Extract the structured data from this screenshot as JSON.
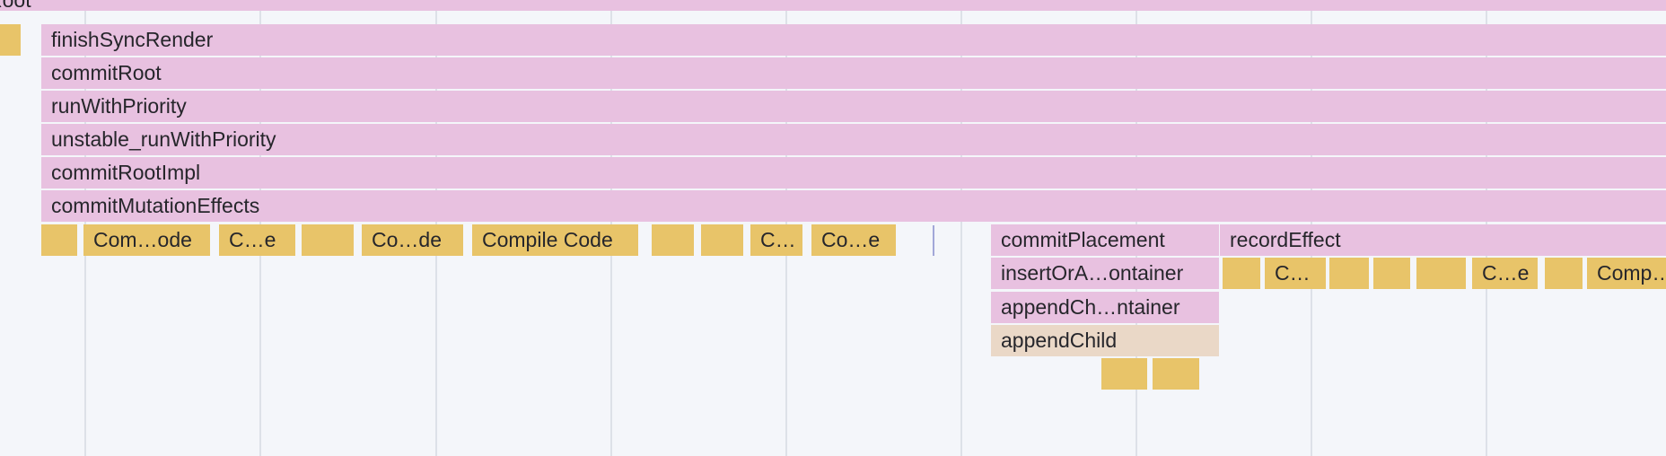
{
  "flame_chart": {
    "root_label": "Root",
    "frames": [
      {
        "name": "finishSyncRender"
      },
      {
        "name": "commitRoot"
      },
      {
        "name": "runWithPriority"
      },
      {
        "name": "unstable_runWithPriority"
      },
      {
        "name": "commitRootImpl"
      },
      {
        "name": "commitMutationEffects"
      }
    ],
    "compile_row": [
      "",
      "Com…ode",
      "C…e",
      "",
      "Co…de",
      "Compile Code",
      "",
      "",
      "C…",
      "Co…e"
    ],
    "commit_placement": "commitPlacement",
    "record_effect": "recordEffect",
    "insert_row": [
      "insertOrA…ontainer",
      "",
      "C…",
      "",
      "",
      "",
      "C…e",
      "",
      "Comp…"
    ],
    "append_ch": "appendCh…ntainer",
    "append_child": "appendChild",
    "leaf_row": [
      "",
      ""
    ],
    "colors": {
      "background": "#f4f6fa",
      "scripting_pink": "#e8c1e0",
      "compile_gold": "#e8c469",
      "native_beige": "#ead8c7",
      "gridline": "#dde1e8",
      "marker": "#a2a7d8"
    }
  }
}
